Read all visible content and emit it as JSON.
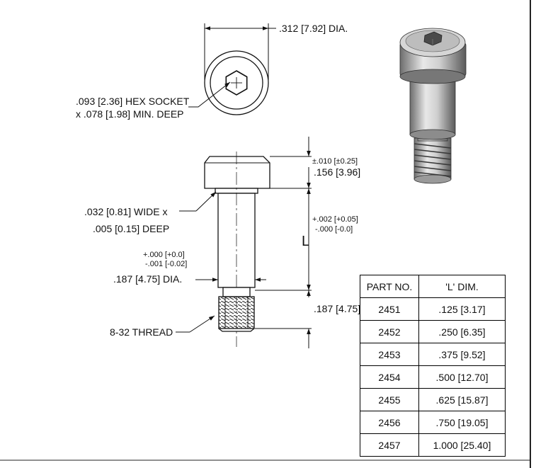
{
  "top_view": {
    "diameter_label": ".312 [7.92] DIA.",
    "hex_socket_line1": ".093 [2.36] HEX SOCKET",
    "hex_socket_line2": "x .078 [1.98] MIN. DEEP"
  },
  "side_view": {
    "head_tol": "±.010 [±0.25]",
    "head_height": ".156 [3.96]",
    "groove_line1": ".032 [0.81] WIDE x",
    "groove_line2": ".005 [0.15] DEEP",
    "l_tol_plus": "+.002 [+0.05]",
    "l_tol_minus": "-.000 [-0.0]",
    "l_label": "L",
    "dia_tol_plus": "+.000 [+0.0]",
    "dia_tol_minus": "-.001 [-0.02]",
    "shoulder_dia": ".187 [4.75] DIA.",
    "thread_length": ".187 [4.75]",
    "thread_label": "8-32 THREAD"
  },
  "parts_table": {
    "headers": [
      "PART NO.",
      "'L' DIM."
    ],
    "rows": [
      [
        "2451",
        ".125 [3.17]"
      ],
      [
        "2452",
        ".250 [6.35]"
      ],
      [
        "2453",
        ".375 [9.52]"
      ],
      [
        "2454",
        ".500 [12.70]"
      ],
      [
        "2455",
        ".625 [15.87]"
      ],
      [
        "2456",
        ".750 [19.05]"
      ],
      [
        "2457",
        "1.000 [25.40]"
      ]
    ]
  },
  "colors": {
    "line": "#111111",
    "metal_light": "#d9d9d9",
    "metal_dark": "#5a5a5a"
  }
}
